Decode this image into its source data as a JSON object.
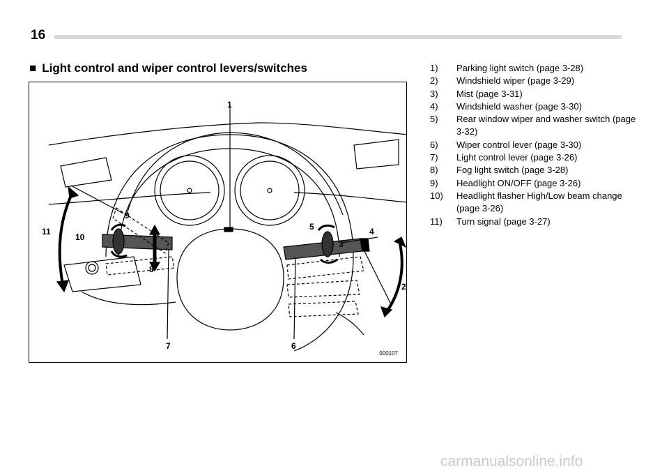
{
  "page": {
    "number": "16"
  },
  "section": {
    "marker": "■",
    "heading": "Light control and wiper control levers/switches"
  },
  "figure": {
    "code": "000107",
    "callouts": {
      "c1": "1",
      "c2": "2",
      "c3": "3",
      "c4": "4",
      "c5": "5",
      "c6": "6",
      "c7": "7",
      "c8": "8",
      "c9": "9",
      "c10": "10",
      "c11": "11"
    }
  },
  "legend": [
    {
      "num": "1)",
      "text": "Parking light switch (page 3-28)"
    },
    {
      "num": "2)",
      "text": "Windshield wiper (page 3-29)"
    },
    {
      "num": "3)",
      "text": "Mist (page 3-31)"
    },
    {
      "num": "4)",
      "text": "Windshield washer (page 3-30)"
    },
    {
      "num": "5)",
      "text": "Rear window wiper and washer switch (page 3-32)"
    },
    {
      "num": "6)",
      "text": "Wiper control lever (page 3-30)"
    },
    {
      "num": "7)",
      "text": "Light control lever (page 3-26)"
    },
    {
      "num": "8)",
      "text": "Fog light switch (page 3-28)"
    },
    {
      "num": "9)",
      "text": "Headlight ON/OFF (page 3-26)"
    },
    {
      "num": "10)",
      "text": "Headlight flasher High/Low beam change (page 3-26)"
    },
    {
      "num": "11)",
      "text": "Turn signal (page 3-27)"
    }
  ],
  "watermark": "carmanualsonline.info"
}
